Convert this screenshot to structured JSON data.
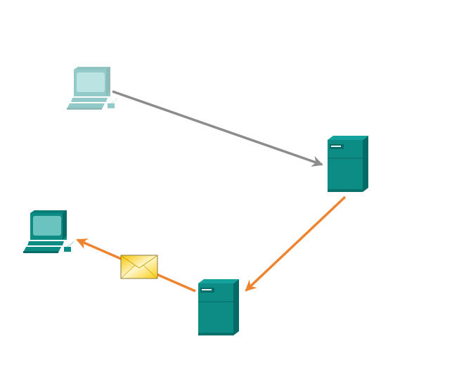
{
  "diagram": {
    "nodes": [
      {
        "id": "pc-sender",
        "icon": "computer-icon",
        "state": "faded"
      },
      {
        "id": "server-sender",
        "icon": "server-icon"
      },
      {
        "id": "server-receiver",
        "icon": "server-icon"
      },
      {
        "id": "pc-receiver",
        "icon": "computer-icon"
      }
    ],
    "links": [
      {
        "from": "pc-sender",
        "to": "server-sender",
        "color": "#8c8c8c"
      },
      {
        "from": "server-sender",
        "to": "server-receiver",
        "color": "#ee8330"
      },
      {
        "from": "server-receiver",
        "to": "pc-receiver",
        "color": "#ee8330"
      }
    ],
    "message_icon": "envelope-icon",
    "colors": {
      "teal": "#0d8c86",
      "teal_dark": "#066b66",
      "envelope": "#f8cc10"
    }
  }
}
